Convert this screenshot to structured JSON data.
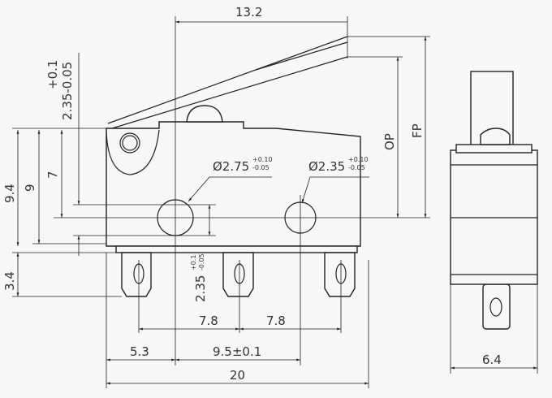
{
  "dimensions": {
    "lever_length": "13.2",
    "tol_plus": "+0.1",
    "hole_offset": "2.35-0.05",
    "height_total": "9.4",
    "height_9": "9",
    "height_7": "7",
    "terminal_length": "3.4",
    "hole1": {
      "label": "Ø2.75",
      "plus": "+0.10",
      "minus": "-0.05"
    },
    "hole2": {
      "label": "Ø2.35",
      "plus": "+0.10",
      "minus": "-0.05"
    },
    "op": "OP",
    "fp": "FP",
    "hole_vertical": {
      "label": "2.35",
      "plus": "+0.1",
      "minus": "-0.05"
    },
    "pitch1": "7.8",
    "pitch2": "7.8",
    "left_offset": "5.3",
    "hole_spacing": "9.5±0.1",
    "width_total": "20",
    "thickness": "6.4"
  }
}
